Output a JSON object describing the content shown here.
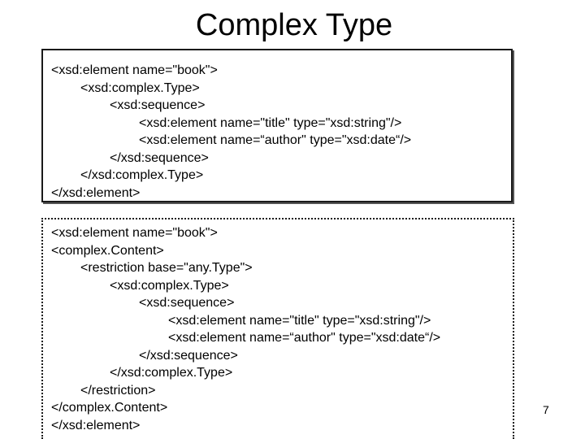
{
  "title": "Complex Type",
  "box1": {
    "lines": [
      "<xsd:element name=\"book\">",
      "<xsd:complex.Type>",
      "<xsd:sequence>",
      "<xsd:element name=\"title\" type=\"xsd:string\"/>",
      "<xsd:element name=“author\" type=\"xsd:date“/>",
      "</xsd:sequence>",
      "</xsd:complex.Type>",
      "</xsd:element>"
    ]
  },
  "box2": {
    "lines": [
      "<xsd:element name=\"book\">",
      "<complex.Content>",
      "<restriction base=\"any.Type\">",
      "<xsd:complex.Type>",
      "<xsd:sequence>",
      "<xsd:element name=\"title\" type=\"xsd:string\"/>",
      "<xsd:element name=“author\" type=\"xsd:date“/>",
      "</xsd:sequence>",
      "</xsd:complex.Type>",
      "</restriction>",
      "</complex.Content>",
      "</xsd:element>"
    ]
  },
  "page_number": "7"
}
